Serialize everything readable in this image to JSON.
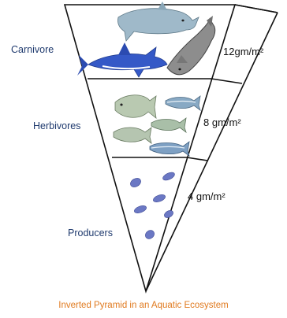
{
  "levels": [
    {
      "name": "Carnivore",
      "biomass": "12gm/m²"
    },
    {
      "name": "Herbivores",
      "biomass": "8 gm/m²"
    },
    {
      "name": "Producers",
      "biomass": "4 gm/m²"
    }
  ],
  "caption": "Inverted Pyramid in an Aquatic Ecosystem",
  "colors": {
    "outline": "#111111",
    "label": "#1f3a6e",
    "caption": "#e07a1f"
  },
  "icons": [
    "dolphin-icon",
    "shark-icon",
    "fish-icon",
    "plankton-icon"
  ]
}
